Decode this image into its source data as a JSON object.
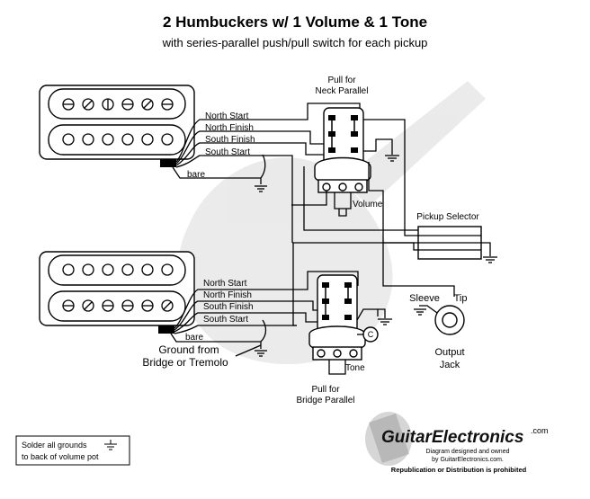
{
  "header": {
    "title": "2 Humbuckers w/ 1 Volume & 1 Tone",
    "subtitle": "with series-parallel push/pull switch for each pickup"
  },
  "neck_pickup": {
    "leads": [
      "North Start",
      "North Finish",
      "South Finish",
      "South Start"
    ],
    "bare_label": "bare"
  },
  "bridge_pickup": {
    "leads": [
      "North Start",
      "North Finish",
      "South Finish",
      "South Start"
    ],
    "bare_label": "bare",
    "ground_label_line1": "Ground from",
    "ground_label_line2": "Bridge or Tremolo"
  },
  "volume_pot": {
    "switch_label_line1": "Pull for",
    "switch_label_line2": "Neck Parallel",
    "label": "Volume"
  },
  "tone_pot": {
    "switch_label_line1": "Pull for",
    "switch_label_line2": "Bridge Parallel",
    "label": "Tone",
    "capacitor_label": "C"
  },
  "selector": {
    "label": "Pickup Selector"
  },
  "jack": {
    "sleeve_label": "Sleeve",
    "tip_label": "Tip",
    "label_line1": "Output",
    "label_line2": "Jack"
  },
  "note": {
    "line1": "Solder all grounds",
    "line2": "to back of volume pot"
  },
  "credits": {
    "brand": "GuitarElectronics",
    "brand_suffix": ".com",
    "line1": "Diagram designed and owned",
    "line2": "by GuitarElectronics.com.",
    "line3": "Republication or Distribution is prohibited"
  }
}
